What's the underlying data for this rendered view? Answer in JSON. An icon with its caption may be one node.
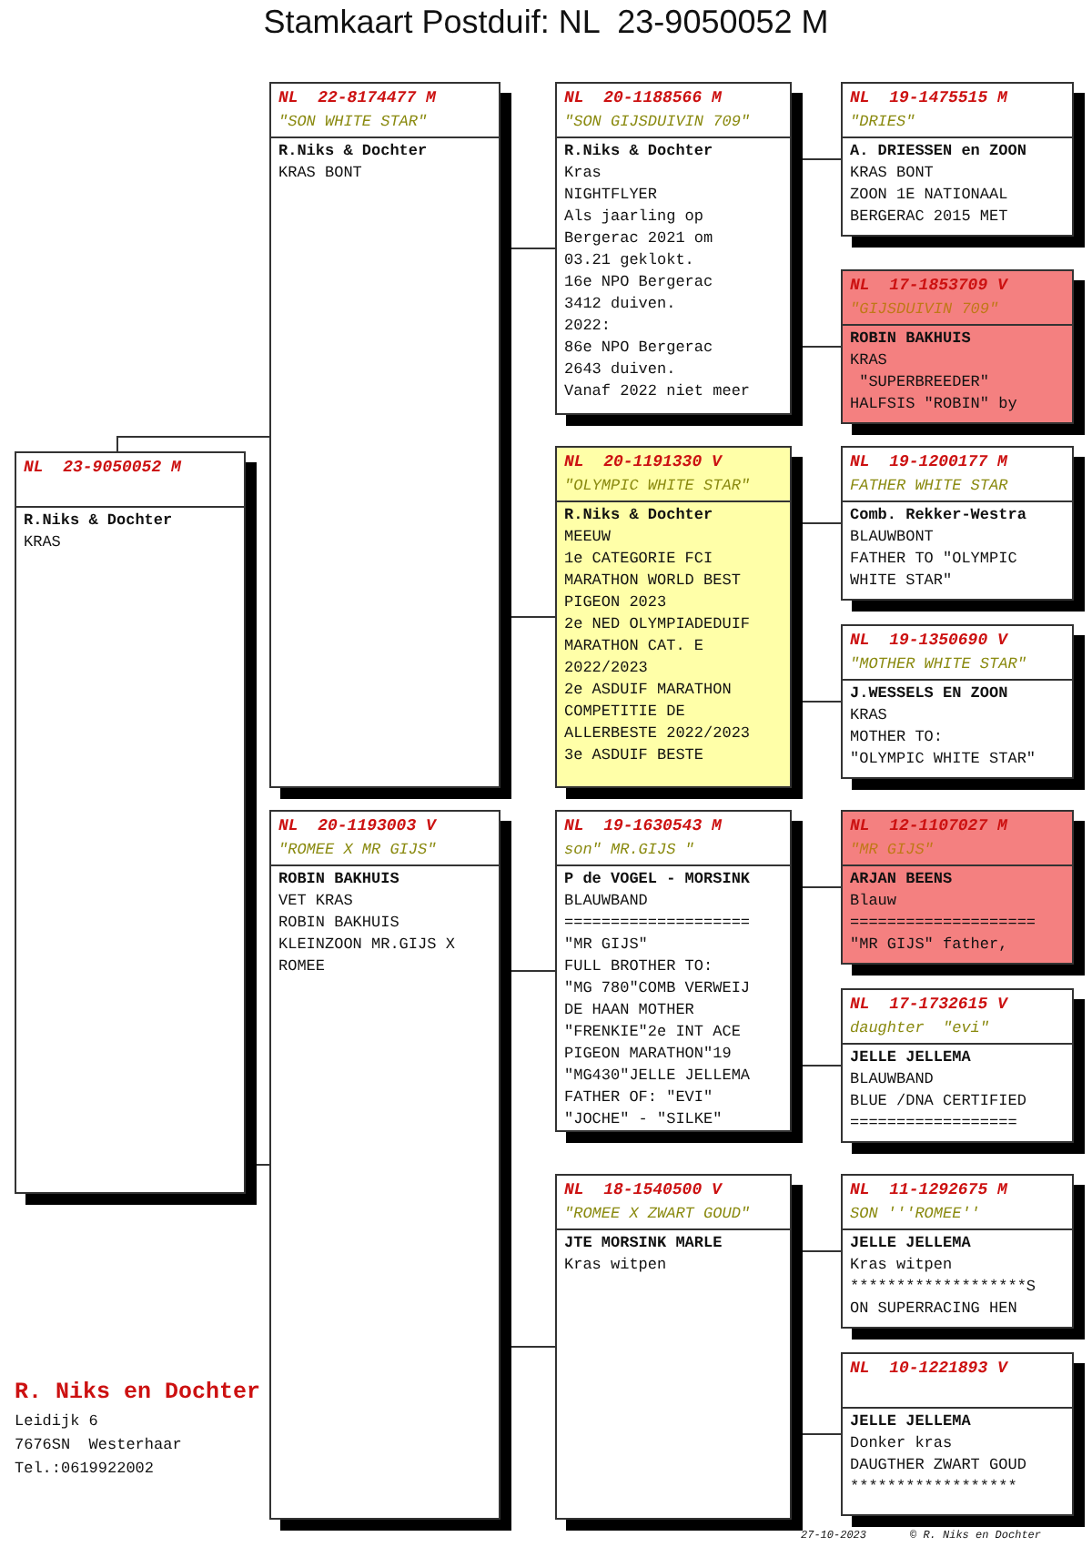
{
  "diagram": {
    "title": "Stamkaart Postduif: NL  23-9050052 M",
    "nodes": [
      {
        "text": [
          "NL  23-9050052 M",
          "R.Niks & Dochter",
          "KRAS"
        ]
      },
      {
        "text": [
          "NL  22-8174477 M",
          "\"SON WHITE STAR\"",
          "R.Niks & Dochter",
          "KRAS BONT"
        ]
      },
      {
        "text": [
          "NL  20-1193003 V",
          "\"ROMEE X MR GIJS\"",
          "ROBIN BAKHUIS",
          "VET KRAS",
          "ROBIN BAKHUIS",
          "KLEINZOON MR.GIJS X",
          "ROMEE"
        ]
      },
      {
        "text": [
          "NL  20-1188566 M",
          "\"SON GIJSDUIVIN 709\"",
          "R.Niks & Dochter",
          "Kras",
          "NIGHTFLYER",
          "Als jaarling op",
          "Bergerac 2021 om",
          "03.21 geklokt.",
          "16e NPO Bergerac",
          "3412 duiven.",
          "2022:",
          "86e NPO Bergerac",
          "2643 duiven.",
          "Vanaf 2022 niet meer"
        ]
      },
      {
        "text": [
          "NL  20-1191330 V",
          "\"OLYMPIC WHITE STAR\"",
          "R.Niks & Dochter",
          "MEEUW",
          "1e CATEGORIE FCI",
          "MARATHON WORLD BEST",
          "PIGEON 2023",
          "2e NED OLYMPIADEDUIF",
          "MARATHON CAT. E",
          "2022/2023",
          "2e ASDUIF MARATHON",
          "COMPETITIE DE",
          "ALLERBESTE 2022/2023",
          "3e ASDUIF BESTE"
        ]
      },
      {
        "text": [
          "NL  19-1630543 M",
          "son\" MR.GIJS \"",
          "P de VOGEL - MORSINK",
          "BLAUWBAND",
          "====================",
          "\"MR GIJS\"",
          "FULL BROTHER TO:",
          "\"MG 780\"COMB VERWEIJ",
          "DE HAAN MOTHER",
          "\"FRENKIE\"2e INT ACE",
          "PIGEON MARATHON\"19",
          "\"MG430\"JELLE JELLEMA",
          "FATHER OF: \"EVI\"",
          "\"JOCHE\" - \"SILKE\""
        ]
      },
      {
        "text": [
          "NL  18-1540500 V",
          "\"ROMEE X ZWART GOUD\"",
          "JTE MORSINK MARLE",
          "Kras witpen"
        ]
      },
      {
        "text": [
          "NL  19-1475515 M",
          "\"DRIES\"",
          "A. DRIESSEN en ZOON",
          "KRAS BONT",
          "ZOON 1E NATIONAAL",
          "BERGERAC 2015 MET"
        ]
      },
      {
        "text": [
          "NL  17-1853709 V",
          "\"GIJSDUIVIN 709\"",
          "ROBIN BAKHUIS",
          "KRAS",
          " \"SUPERBREEDER\"",
          "HALFSIS \"ROBIN\" by"
        ]
      },
      {
        "text": [
          "NL  19-1200177 M",
          "FATHER WHITE STAR",
          "Comb. Rekker-Westra",
          "BLAUWBONT",
          "FATHER TO \"OLYMPIC",
          "WHITE STAR\""
        ]
      },
      {
        "text": [
          "NL  19-1350690 V",
          "\"MOTHER WHITE STAR\"",
          "J.WESSELS EN ZOON",
          "KRAS",
          "MOTHER TO:",
          "\"OLYMPIC WHITE STAR\""
        ]
      },
      {
        "text": [
          "NL  12-1107027 M",
          "\"MR GIJS\"",
          "ARJAN BEENS",
          "Blauw",
          "====================",
          "\"MR GIJS\" father,"
        ]
      },
      {
        "text": [
          "NL  17-1732615 V",
          "daughter  \"evi\"",
          "JELLE JELLEMA",
          "BLAUWBAND",
          "BLUE /DNA CERTIFIED",
          "=================="
        ]
      },
      {
        "text": [
          "NL  11-1292675 M",
          "SON '''ROMEE''",
          "JELLE JELLEMA",
          "Kras witpen",
          "*******************S",
          "ON SUPERRACING HEN"
        ]
      },
      {
        "text": [
          "NL  10-1221893 V",
          "JELLE JELLEMA",
          "Donker kras",
          "DAUGTHER ZWART GOUD",
          "******************"
        ]
      }
    ],
    "edges": [
      {
        "from": 0,
        "to": 1,
        "arrow": "none"
      },
      {
        "from": 0,
        "to": 2,
        "arrow": "none"
      },
      {
        "from": 1,
        "to": 3,
        "arrow": "none"
      },
      {
        "from": 1,
        "to": 4,
        "arrow": "none"
      },
      {
        "from": 2,
        "to": 5,
        "arrow": "none"
      },
      {
        "from": 2,
        "to": 6,
        "arrow": "none"
      },
      {
        "from": 3,
        "to": 7,
        "arrow": "none"
      },
      {
        "from": 3,
        "to": 8,
        "arrow": "none"
      },
      {
        "from": 4,
        "to": 9,
        "arrow": "none"
      },
      {
        "from": 4,
        "to": 10,
        "arrow": "none"
      },
      {
        "from": 5,
        "to": 11,
        "arrow": "none"
      },
      {
        "from": 5,
        "to": 12,
        "arrow": "none"
      },
      {
        "from": 6,
        "to": 13,
        "arrow": "none"
      },
      {
        "from": 6,
        "to": 14,
        "arrow": "none"
      }
    ],
    "labels": [
      "R. Niks en Dochter",
      "Leidijk 6",
      "7676SN  Westerhaar",
      "Tel.:0619922002",
      "27-10-2023",
      "© R. Niks en Dochter"
    ]
  }
}
